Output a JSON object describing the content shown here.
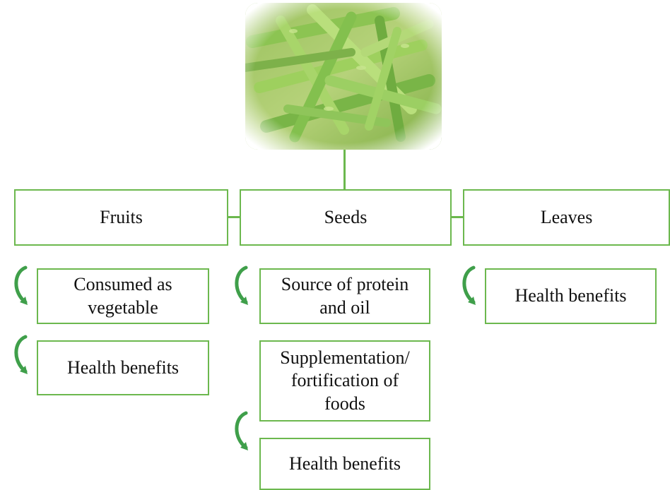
{
  "diagram": {
    "image": {
      "subject": "green pods"
    },
    "nodes": {
      "fruits": "Fruits",
      "seeds": "Seeds",
      "leaves": "Leaves"
    },
    "children": {
      "fruits": [
        "Consumed as\nvegetable",
        "Health benefits"
      ],
      "seeds": [
        "Source of protein\nand oil",
        "Supplementation/\nfortification of\nfoods",
        "Health benefits"
      ],
      "leaves": [
        "Health benefits"
      ]
    },
    "colors": {
      "line": "#6cb84e",
      "arrow": "#3f9f4a"
    }
  }
}
